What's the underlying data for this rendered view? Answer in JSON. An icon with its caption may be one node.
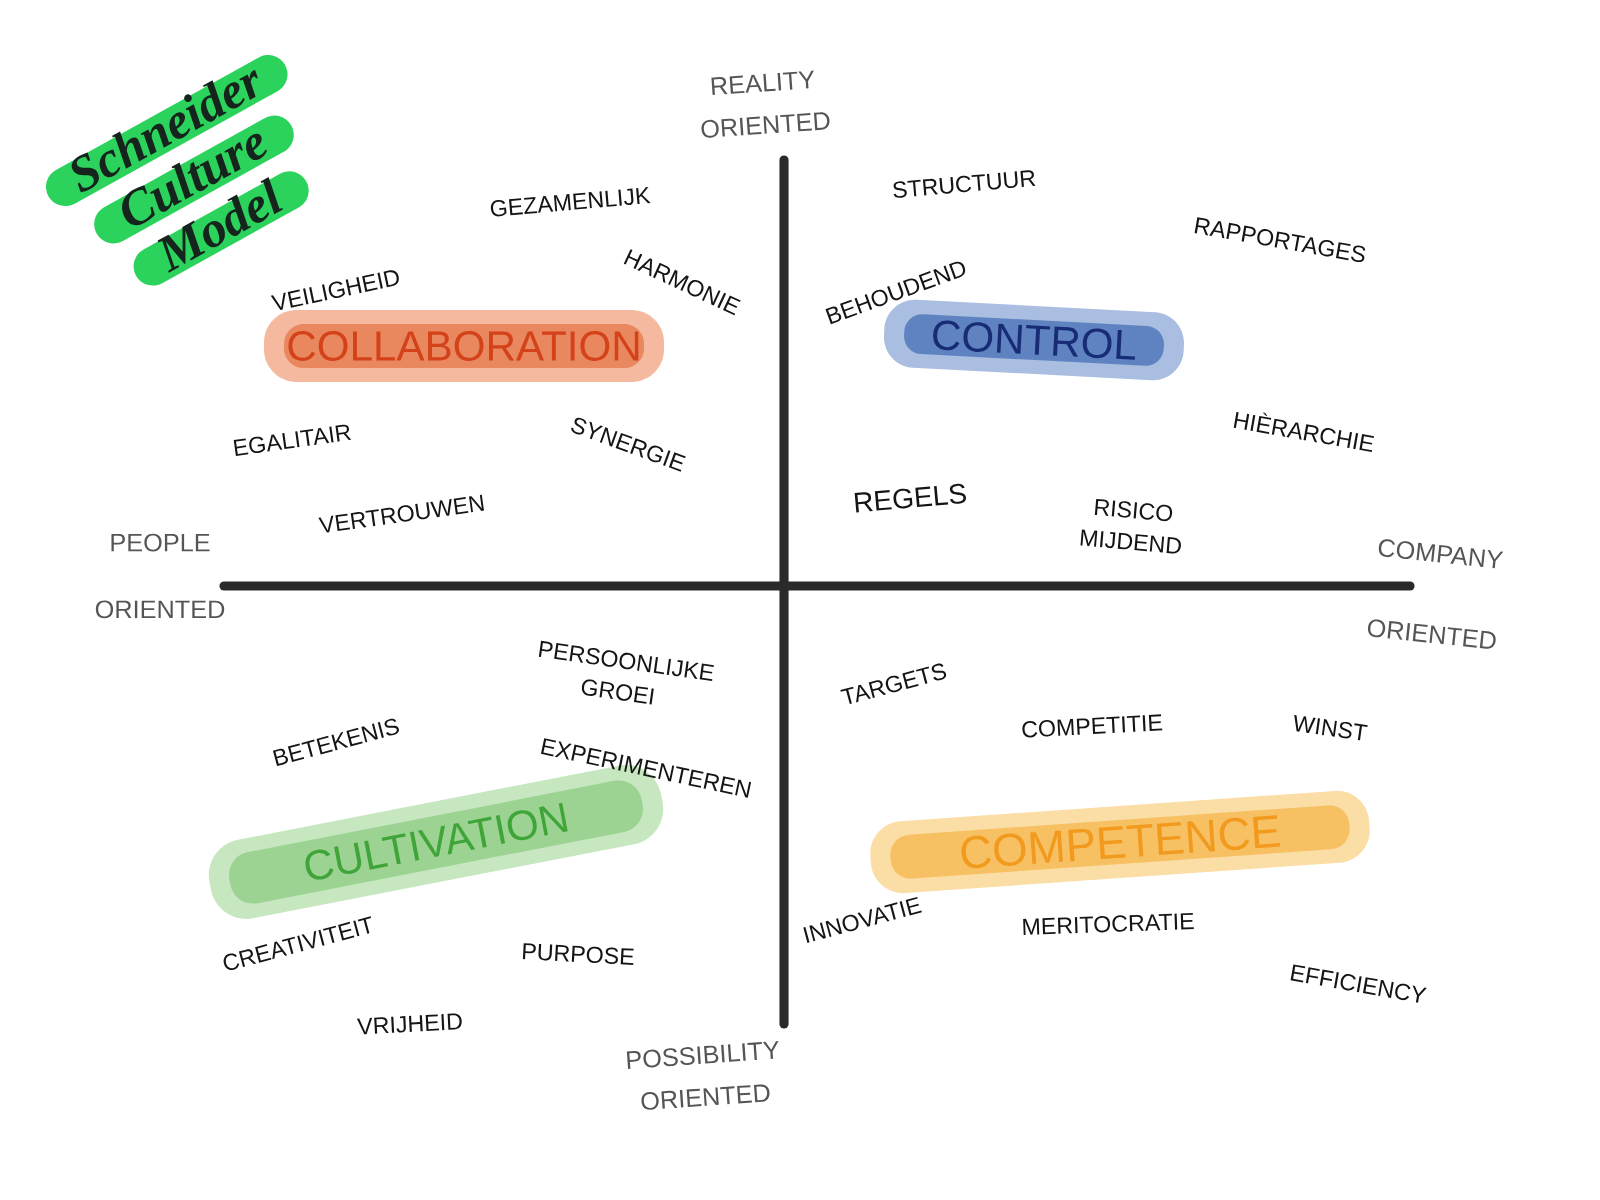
{
  "diagram": {
    "title": "Schneider Culture Model",
    "nodes": [
      {
        "text": [
          "COLLABORATION"
        ]
      },
      {
        "text": [
          "CONTROL"
        ]
      },
      {
        "text": [
          "CULTIVATION"
        ]
      },
      {
        "text": [
          "COMPETENCE"
        ]
      }
    ],
    "labels": [
      "REALITY ORIENTED",
      "GEZAMENLIJK",
      "HARMONIE",
      "VEILIGHEID",
      "EGALITAIR",
      "SYNERGIE",
      "VERTROUWEN",
      "STRUCTUUR",
      "RAPPORTAGES",
      "BEHOUDEND",
      "HIÈRARCHIE",
      "REGELS",
      "RISICO MIJDEND",
      "PEOPLE ORIENTED",
      "COMPANY ORIENTED",
      "PERSOONLIJKE GROEI",
      "BETEKENIS",
      "EXPERIMENTEREN",
      "CREATIVITEIT",
      "PURPOSE",
      "VRIJHEID",
      "TARGETS",
      "COMPETITIE",
      "WINST",
      "INNOVATIE",
      "MERITOCRATIE",
      "EFFICIENCY",
      "POSSIBILITY ORIENTED"
    ]
  }
}
